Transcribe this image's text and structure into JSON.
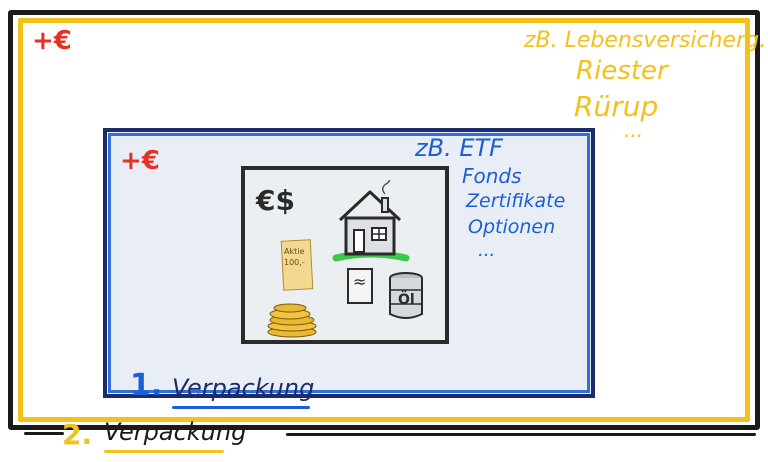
{
  "outer": {
    "plus_euro": "+€",
    "examples": [
      "zB. Lebensversicherg.",
      "Riester",
      "Rürup",
      "..."
    ],
    "packaging_number": "2.",
    "packaging_label": "Verpackung"
  },
  "inner": {
    "plus_euro": "+€",
    "examples": [
      "zB. ETF",
      "Fonds",
      "Zertifikate",
      "Optionen",
      "..."
    ],
    "packaging_number": "1.",
    "packaging_label": "Verpackung"
  },
  "core": {
    "currency_symbol": "€$",
    "stock_certificate": "Aktie\n100,-",
    "oil_label": "Öl",
    "document_mark": "≈"
  },
  "colors": {
    "outer_frame": "#f2c21a",
    "inner_frame": "#2f6fd8",
    "accent_red": "#e53225",
    "dark_border": "#1a1a1a"
  }
}
